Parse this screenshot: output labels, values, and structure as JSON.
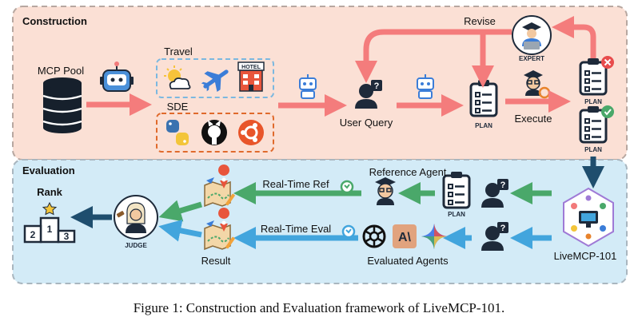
{
  "sections": {
    "construction": "Construction",
    "evaluation": "Evaluation"
  },
  "construction": {
    "mcp_pool": "MCP Pool",
    "travel": "Travel",
    "sde": "SDE",
    "hotel_sign": "HOTEL",
    "user_query": "User Query",
    "plan": "PLAN",
    "revise": "Revise",
    "execute": "Execute",
    "expert": "EXPERT"
  },
  "evaluation": {
    "rank": "Rank",
    "podium": [
      "2",
      "1",
      "3"
    ],
    "judge": "JUDGE",
    "result": "Result",
    "real_time_ref": "Real-Time Ref",
    "real_time_eval": "Real-Time Eval",
    "reference_agent": "Reference Agent",
    "evaluated_agents": "Evaluated Agents",
    "livemcp": "LiveMCP-101",
    "plan": "PLAN",
    "anthropic_logo": "A\\"
  },
  "caption": "Figure 1: Construction and Evaluation framework of LiveMCP-101.",
  "colors": {
    "construction_bg": "#fbe0d5",
    "evaluation_bg": "#d3ebf7",
    "red_arrow": "#f47c7c",
    "green_arrow": "#4aa86a",
    "blue_arrow": "#42a5dd",
    "dark_arrow": "#1f4e6e",
    "navy": "#1e2a3a"
  }
}
